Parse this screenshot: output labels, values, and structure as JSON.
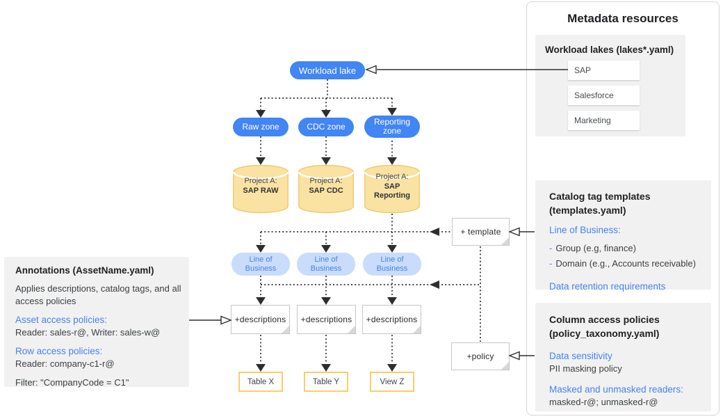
{
  "colors": {
    "blue_pill": "#4285F4",
    "lob_pill_fill": "#C9DCFB",
    "accent_blue": "#4A80EE",
    "cylinder_fill": "#FAE2A3",
    "cylinder_border": "#F1C76B",
    "table_border": "#F9CE69",
    "panel_gray": "#F1F1F1",
    "connector_ink": "#2E2E2E",
    "text_dark": "#3C4043"
  },
  "diagram": {
    "workload_lake_label": "Workload lake",
    "template_note_label": "+ template",
    "policy_note_label": "+policy",
    "columns": [
      {
        "zone_label": "Raw zone",
        "project_label": "Project A:",
        "dataset_label": "SAP RAW",
        "lob_label": "Line of Business",
        "note_label": "+descriptions",
        "output_label": "Table X"
      },
      {
        "zone_label": "CDC zone",
        "project_label": "Project A:",
        "dataset_label": "SAP CDC",
        "lob_label": "Line of Business",
        "note_label": "+descriptions",
        "output_label": "Table Y"
      },
      {
        "zone_label": "Reporting zone",
        "project_label": "Project A:",
        "dataset_label": "SAP Reporting",
        "lob_label": "Line of Business",
        "note_label": "+descriptions",
        "output_label": "View Z"
      }
    ]
  },
  "annotations_panel": {
    "heading": "Annotations (AssetName.yaml)",
    "description": "Applies descriptions, catalog tags, and all access policies",
    "asset_policies_label": "Asset access policies:",
    "asset_policies_value": "Reader: sales-r@, Writer: sales-w@",
    "row_policies_label": "Row access policies:",
    "row_policies_value": "Reader: company-c1-r@",
    "filter_value": "Filter: \"CompanyCode = C1\""
  },
  "metadata_panel": {
    "title": "Metadata resources",
    "workload_lakes": {
      "heading": "Workload lakes (lakes*.yaml)",
      "items": [
        "SAP",
        "Salesforce",
        "Marketing"
      ]
    },
    "catalog_templates": {
      "heading": "Catalog tag templates (templates.yaml)",
      "lob_label": "Line of Business:",
      "bullet_glyph": "-",
      "bullets": [
        "Group (e.g, finance)",
        "Domain (e.g., Accounts receivable)"
      ],
      "retention_label": "Data retention requirements"
    },
    "column_access": {
      "heading": "Column access policies (policy_taxonomy.yaml)",
      "sensitivity_label": "Data sensitivity",
      "sensitivity_value": "PII masking policy",
      "readers_label": "Masked and unmasked readers:",
      "readers_value": "masked-r@; unmasked-r@"
    }
  }
}
